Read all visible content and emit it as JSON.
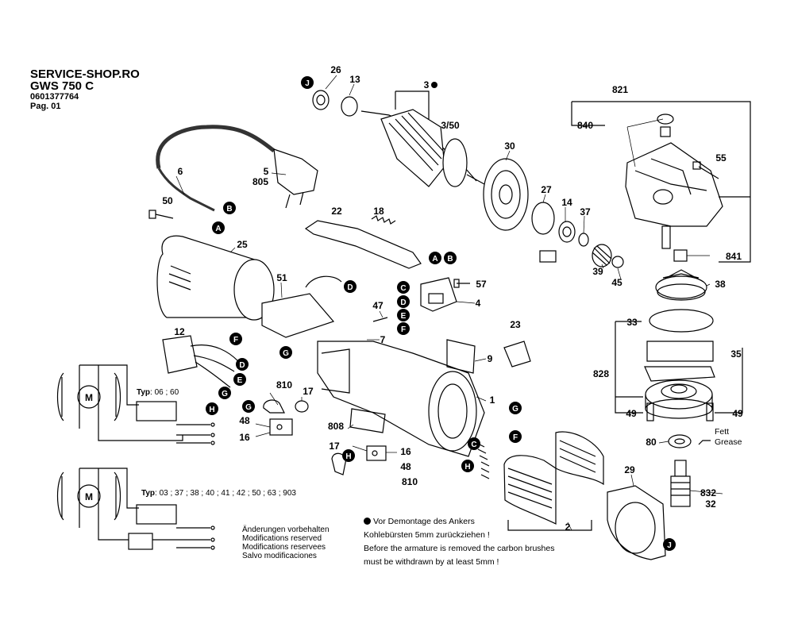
{
  "header": {
    "shop": "SERVICE-SHOP.RO",
    "model": "GWS 750 C",
    "part_number": "0601377764",
    "page": "Pag. 01"
  },
  "part_labels": {
    "p26": "26",
    "p13": "13",
    "p3": "3",
    "p3_50": "3/50",
    "p30": "30",
    "p821": "821",
    "p840": "840",
    "p55": "55",
    "p27": "27",
    "p14": "14",
    "p37": "37",
    "p39": "39",
    "p45": "45",
    "p841": "841",
    "p38": "38",
    "p6": "6",
    "p5": "5",
    "p805": "805",
    "p50": "50",
    "p22": "22",
    "p18": "18",
    "p25": "25",
    "p51": "51",
    "p57": "57",
    "p4": "4",
    "p47": "47",
    "p7": "7",
    "p23": "23",
    "p9": "9",
    "p12": "12",
    "p1": "1",
    "p33": "33",
    "p35": "35",
    "p828": "828",
    "p49a": "49",
    "p49b": "49",
    "p80": "80",
    "p810a": "810",
    "p17a": "17",
    "p48a": "48",
    "p16a": "16",
    "p808": "808",
    "p17b": "17",
    "p16b": "16",
    "p48b": "48",
    "p810b": "810",
    "p29": "29",
    "p832": "832",
    "p32": "32",
    "p2": "2"
  },
  "connector_letters": {
    "b1": "B",
    "a1": "A",
    "d1": "D",
    "a2": "A",
    "b2": "B",
    "c1": "C",
    "d2": "D",
    "e1": "E",
    "f1": "F",
    "f2": "F",
    "g1": "G",
    "d3": "D",
    "e2": "E",
    "g2": "G",
    "h1": "H",
    "g3": "G",
    "f3": "F",
    "c2": "C",
    "h2": "H",
    "j1": "J",
    "j2": "J",
    "g4": "G",
    "h3": "H"
  },
  "motor_symbol": "M",
  "typ_top": {
    "label": "Typ",
    "values": ": 06 ; 60"
  },
  "typ_bottom": {
    "label": "Typ",
    "values": ": 03 ; 37 ; 38 ; 40 ; 41 ; 42 ; 50 ; 63 ; 903"
  },
  "modifications": [
    "Änderungen vorbehalten",
    "Modifications reserved",
    "Modifications reservees",
    "Salvo modificaciones"
  ],
  "dismantle_note": {
    "line1": "Vor Demontage des Ankers",
    "line2": "Kohlebürsten 5mm zurückziehen !",
    "line3": "Before the armature is removed the carbon brushes",
    "line4": "must be withdrawn by at least 5mm !"
  },
  "grease": {
    "de": "Fett",
    "en": "Grease"
  }
}
